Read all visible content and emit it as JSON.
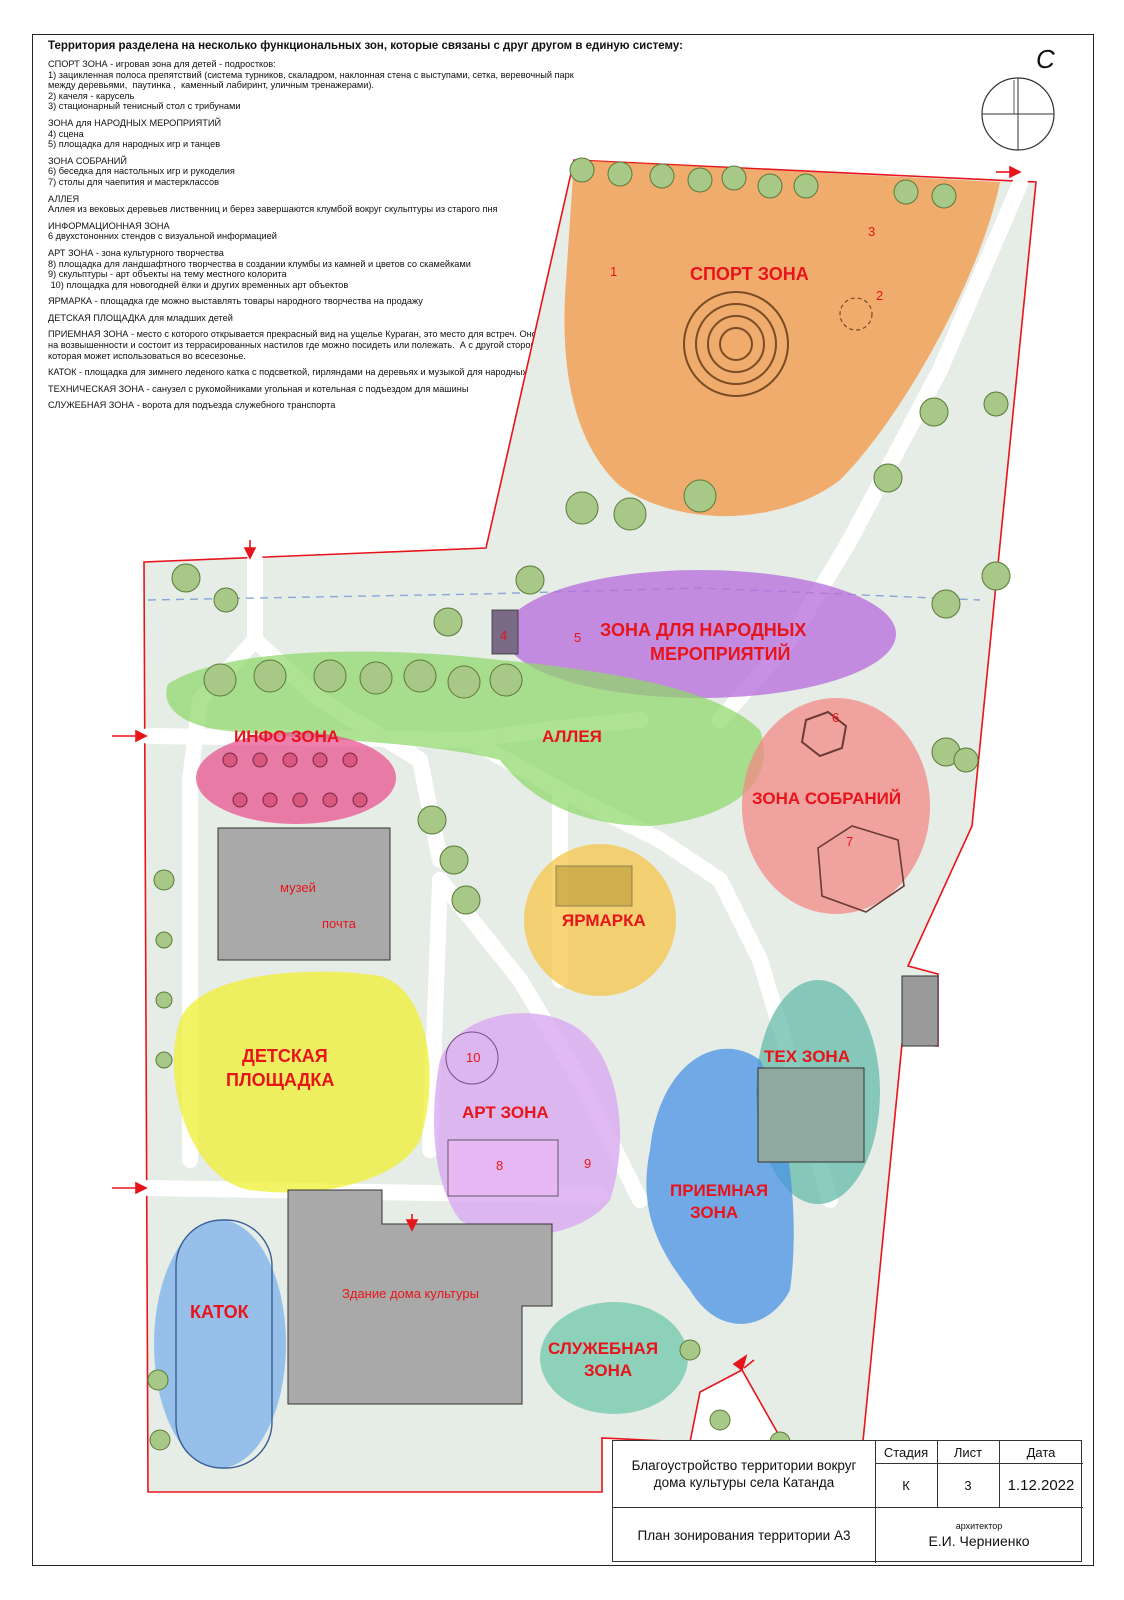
{
  "legend": {
    "title": "Территория разделена на несколько функциональных зон, которые связаны с друг другом в единую систему:",
    "blocks": [
      [
        "СПОРТ ЗОНА - игровая зона для детей - подростков:",
        "1) зацикленная полоса препятствий (система турников, скаладром, наклонная стена с выступами, сетка, веревочный парк между деревьями,  паутинка ,  каменный лабиринт, уличным тренажерами).",
        "2) качеля - карусель",
        "3) стационарный тенисный стол с трибунами"
      ],
      [
        "ЗОНА для НАРОДНЫХ МЕРОПРИЯТИЙ",
        "4) сцена",
        "5) площадка для народных игр и танцев"
      ],
      [
        "ЗОНА СОБРАНИЙ",
        "6) беседка для настольных игр и рукоделия",
        "7) столы для чаепития и мастерклассов"
      ],
      [
        "АЛЛЕЯ",
        "Аллея из вековых деревьев лиственниц и берез завершаются клумбой вокруг скульптуры из старого пня"
      ],
      [
        "ИНФОРМАЦИОННАЯ ЗОНА",
        "6 двухстононних стендов с визуальной информацией"
      ],
      [
        "АРТ ЗОНА - зона культурного творчества",
        "8) площадка для ландшафтного творчества в создании клумбы из камней и цветов со скамейками",
        "9) скульптуры - арт объекты на тему местного колорита",
        " 10) площадка для новогодней ёлки и других временных арт объектов"
      ],
      [
        "ЯРМАРКА - площадка где можно выставлять товары народного творчества на продажу"
      ],
      [
        "ДЕТСКАЯ ПЛОЩАДКА для младших детей"
      ],
      [
        "ПРИЕМНАЯ ЗОНА - место с которого открывается прекрасный вид на ущелье Кураган, это место для встреч. Оно находится на возвышенности и состоит из террасированных настилов где можно посидеть или полежать.  А с другой стороны горка, которая может использоваться во всесезонье."
      ],
      [
        "КАТОК - площадка для зимнего леденого катка с подсветкой, гирляндами на деревьях и музыкой для народных катаний"
      ],
      [
        "ТЕХНИЧЕСКАЯ ЗОНА - санузел с рукомойниками угольная и котельная с подъездом для машины"
      ],
      [
        "СЛУЖЕБНАЯ ЗОНА - ворота для подъезда служебного транспорта"
      ]
    ]
  },
  "compass": {
    "letter": "С"
  },
  "zones": {
    "sport": "СПОРТ ЗОНА",
    "events_1": "ЗОНА ДЛЯ НАРОДНЫХ",
    "events_2": "МЕРОПРИЯТИЙ",
    "info": "ИНФО ЗОНА",
    "alley": "АЛЛЕЯ",
    "meetings": "ЗОНА СОБРАНИЙ",
    "fair": "ЯРМАРКА",
    "kids_1": "ДЕТСКАЯ",
    "kids_2": "ПЛОЩАДКА",
    "art": "АРТ ЗОНА",
    "tech": "ТЕХ ЗОНА",
    "reception_1": "ПРИЕМНАЯ",
    "reception_2": "ЗОНА",
    "rink": "КАТОК",
    "service_1": "СЛУЖЕБНАЯ",
    "service_2": "ЗОНА"
  },
  "buildings": {
    "museum": "музей",
    "post": "почта",
    "culture_house": "Здание дома культуры"
  },
  "numbers": [
    "1",
    "2",
    "3",
    "4",
    "5",
    "6",
    "7",
    "8",
    "9",
    "10"
  ],
  "colors": {
    "sport": "#f29a4a",
    "events": "#b56bdc",
    "alley": "#8fd86b",
    "info": "#e94d8e",
    "meetings": "#f18a86",
    "fair": "#f6c54a",
    "kids": "#eef03a",
    "art": "#d9a7ef",
    "tech": "#5fb9a6",
    "reception": "#4a93e6",
    "rink": "#7fb4ea",
    "service": "#6cc6a9",
    "label": "#e8141b",
    "ground": "#e6ece6",
    "building": "#a9a9a9"
  },
  "title_block": {
    "project_1": "Благоустройство территории вокруг",
    "project_2": "дома культуры села Катанда",
    "sheet_title": "План зонирования территории А3",
    "stage_label": "Стадия",
    "sheet_label": "Лист",
    "date_label": "Дата",
    "stage": "К",
    "sheet": "3",
    "date": "1.12.2022",
    "architect_label": "архитектор",
    "architect": "Е.И. Черниенко"
  }
}
